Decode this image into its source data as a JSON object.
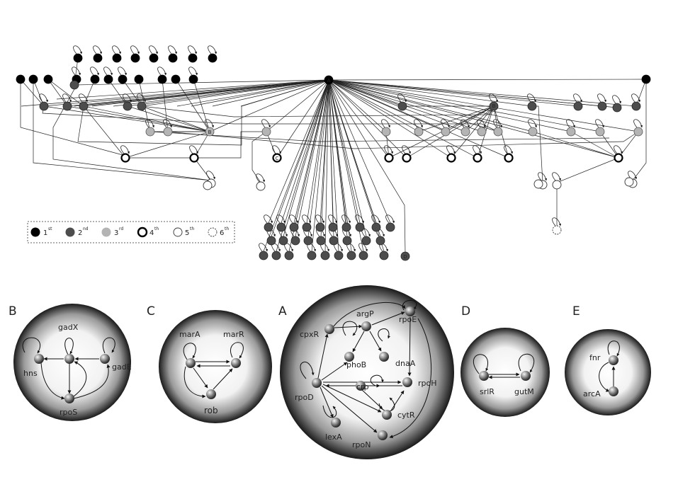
{
  "panel_labels": [
    "B",
    "C",
    "A",
    "D",
    "E"
  ],
  "hub_labels": {
    "a": "A",
    "b": "B",
    "c": "C",
    "d": "D"
  },
  "legend": {
    "items": [
      {
        "num": "1",
        "sup": "st",
        "style": "black"
      },
      {
        "num": "2",
        "sup": "nd",
        "style": "dark"
      },
      {
        "num": "3",
        "sup": "rd",
        "style": "light"
      },
      {
        "num": "4",
        "sup": "th",
        "style": "thick"
      },
      {
        "num": "5",
        "sup": "th",
        "style": "open"
      },
      {
        "num": "6",
        "sup": "th",
        "style": "dashed"
      }
    ]
  },
  "modules": {
    "B": {
      "genes": {
        "gadX": "gadX",
        "hns": "hns",
        "gadE": "gadE",
        "rpoS": "rpoS"
      }
    },
    "C": {
      "genes": {
        "marA": "marA",
        "marR": "marR",
        "rob": "rob"
      }
    },
    "A": {
      "genes": {
        "argP": "argP",
        "rpoE": "rpoE",
        "cpxR": "cpxR",
        "phoB": "phoB",
        "dnaA": "dnaA",
        "crp": "crp",
        "rpoH": "rpoH",
        "rpoD": "rpoD",
        "cytR": "cytR",
        "lexA": "lexA",
        "rpoN": "rpoN"
      }
    },
    "D": {
      "genes": {
        "srlR": "srlR",
        "gutM": "gutM"
      }
    },
    "E": {
      "genes": {
        "fnr": "fnr",
        "arcA": "arcA"
      }
    }
  }
}
